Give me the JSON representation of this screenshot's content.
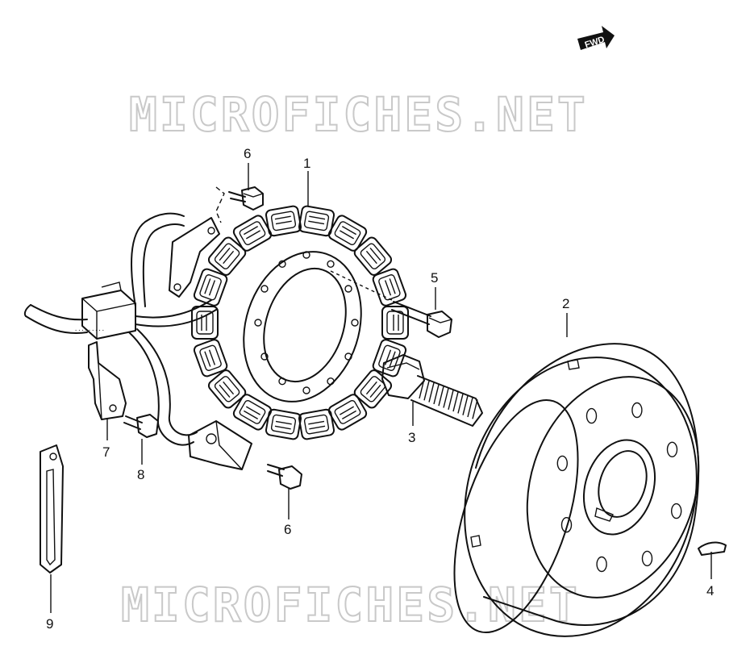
{
  "watermark": {
    "top": "MICROFICHES.NET",
    "bottom": "MICROFICHES.NET"
  },
  "direction_arrow": {
    "label": "FWD",
    "icon": "forward-arrow-icon"
  },
  "callouts": [
    {
      "id": "1",
      "part": "stator-coil"
    },
    {
      "id": "2",
      "part": "rotor-flywheel"
    },
    {
      "id": "3",
      "part": "rotor-bolt"
    },
    {
      "id": "4",
      "part": "key"
    },
    {
      "id": "5",
      "part": "stator-bolt"
    },
    {
      "id": "6",
      "part": "lead-wire-clamp-bolt"
    },
    {
      "id": "6",
      "part": "bracket-bolt"
    },
    {
      "id": "7",
      "part": "lead-wire-bracket"
    },
    {
      "id": "8",
      "part": "bracket-bolt-small"
    },
    {
      "id": "9",
      "part": "clamp-strap"
    }
  ],
  "colors": {
    "line": "#111111",
    "watermark": "#c9c9c9",
    "background": "#ffffff"
  }
}
